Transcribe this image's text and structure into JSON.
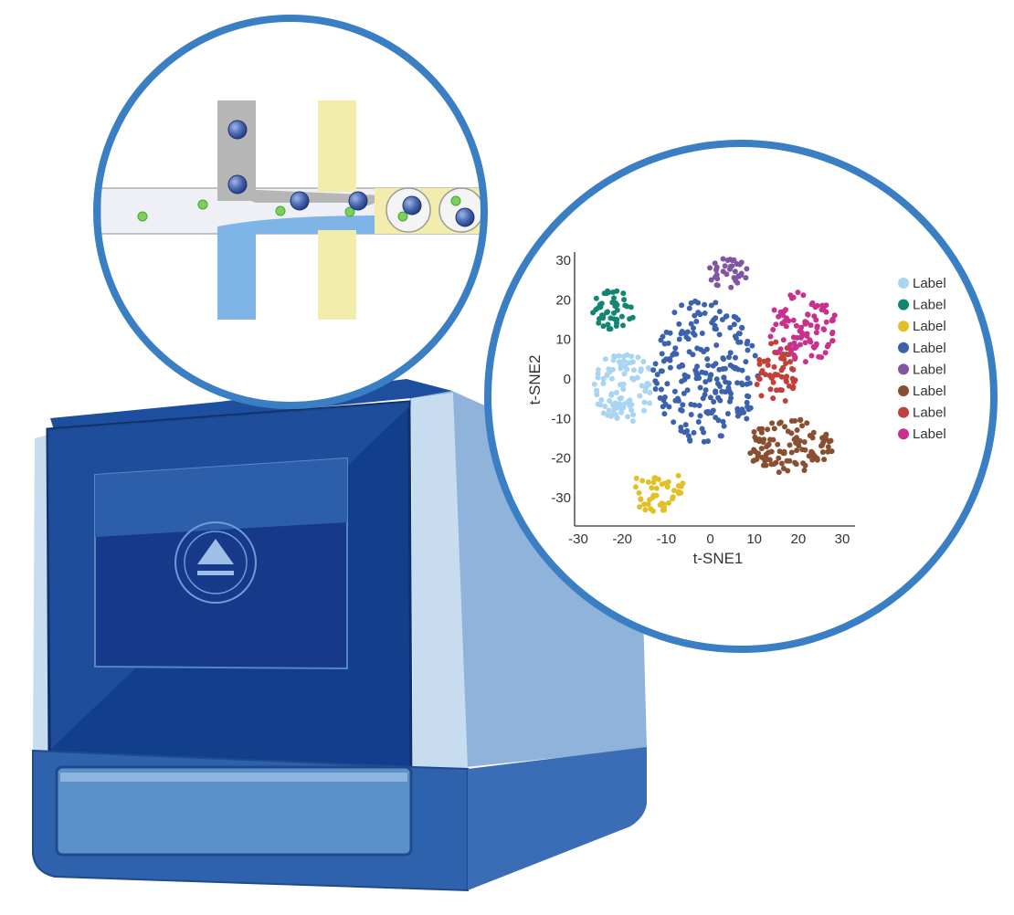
{
  "scene": {
    "instrument": "single-cell microfluidic instrument",
    "colors": {
      "ring": "#3a7fc4",
      "instrument_dark": "#123f8c",
      "instrument_mid": "#2f62ad",
      "instrument_light": "#8fb3da",
      "panel_side": "#c7dcee",
      "cell": "#7ccf5b",
      "bead": "#3f62ad",
      "oil": "#f2ecad",
      "buffer": "#7fb4e6",
      "bead_channel": "#b6b6b6"
    },
    "icons": {
      "eject": "eject-icon"
    }
  },
  "chart_data": {
    "type": "scatter",
    "title": "",
    "xlabel": "t-SNE1",
    "ylabel": "t-SNE2",
    "xlim": [
      -30,
      30
    ],
    "ylim": [
      -35,
      32
    ],
    "xticks": [
      "-30",
      "-20",
      "-10",
      "0",
      "10",
      "20",
      "30"
    ],
    "yticks": [
      "30",
      "20",
      "10",
      "0",
      "-10",
      "-20",
      "-30"
    ],
    "legend_position": "right",
    "grid": false,
    "series": [
      {
        "name": "Label",
        "color": "#a9d4f2",
        "cluster": {
          "cx": -19.5,
          "cy": -2,
          "rx": 7,
          "ry": 9,
          "n": 95
        }
      },
      {
        "name": "Label",
        "color": "#138573",
        "cluster": {
          "cx": -22,
          "cy": 17.5,
          "rx": 5,
          "ry": 5,
          "n": 45
        }
      },
      {
        "name": "Label",
        "color": "#e3bf26",
        "cluster": {
          "cx": -12,
          "cy": -28,
          "rx": 6,
          "ry": 6,
          "n": 45
        }
      },
      {
        "name": "Label",
        "color": "#3c62ad",
        "cluster": {
          "cx": -1,
          "cy": 2,
          "rx": 12,
          "ry": 19,
          "n": 220
        }
      },
      {
        "name": "Label",
        "color": "#8055a3",
        "cluster": {
          "cx": 4,
          "cy": 27,
          "rx": 5,
          "ry": 4,
          "n": 35
        }
      },
      {
        "name": "Label",
        "color": "#8a4f33",
        "cluster": {
          "cx": 18,
          "cy": -17,
          "rx": 10,
          "ry": 7,
          "n": 110
        }
      },
      {
        "name": "Label",
        "color": "#c2403a",
        "cluster": {
          "cx": 15,
          "cy": 1.5,
          "rx": 5,
          "ry": 8,
          "n": 55
        }
      },
      {
        "name": "Label",
        "color": "#c8318c",
        "cluster": {
          "cx": 21,
          "cy": 13,
          "rx": 8,
          "ry": 9,
          "n": 90
        }
      }
    ]
  }
}
